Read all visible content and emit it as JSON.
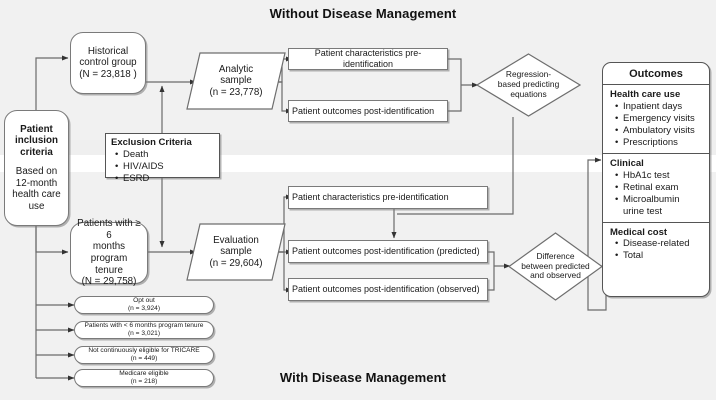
{
  "titles": {
    "top": "Without Disease Management",
    "bottom": "With Disease Management"
  },
  "nodes": {
    "inclusion": {
      "title": "Patient\ninclusion\ncriteria",
      "line1": "Patient",
      "line2": "inclusion",
      "line3": "criteria",
      "sub1": "Based on",
      "sub2": "12-month",
      "sub3": "health care use"
    },
    "historical": {
      "line1": "Historical",
      "line2": "control group",
      "line3": "(N = 23,818 )"
    },
    "tenure": {
      "line1": "Patients with ≥ 6",
      "line2": "months program",
      "line3": "tenure",
      "line4": "(N = 29,758)"
    },
    "analytic": {
      "line1": "Analytic",
      "line2": "sample",
      "line3": "(n = 23,778)"
    },
    "evaluation": {
      "line1": "Evaluation",
      "line2": "sample",
      "line3": "(n = 29,604)"
    },
    "char_pre_top": "Patient characteristics pre-identification",
    "out_post_top": "Patient outcomes post-identification",
    "char_pre_bottom": "Patient characteristics pre-identification",
    "out_predicted": "Patient outcomes post-identification (predicted)",
    "out_observed": "Patient outcomes post-identification (observed)",
    "regression": {
      "line1": "Regression-",
      "line2": "based predicting",
      "line3": "equations"
    },
    "difference": {
      "line1": "Difference",
      "line2": "between predicted",
      "line3": "and observed"
    }
  },
  "exclusion": {
    "header": "Exclusion Criteria",
    "items": [
      "Death",
      "HIV/AIDS",
      "ESRD"
    ]
  },
  "excluded_groups": [
    {
      "label": "Opt out",
      "count": "(n = 3,924)"
    },
    {
      "label": "Patients with < 6 months program tenure",
      "count": "(n = 3,021)"
    },
    {
      "label": "Not continuously eligible for TRICARE",
      "count": "(n = 449)"
    },
    {
      "label": "Medicare eligible",
      "count": "(n = 218)"
    }
  ],
  "outcomes": {
    "header": "Outcomes",
    "sections": [
      {
        "name": "Health care use",
        "items": [
          "Inpatient days",
          "Emergency visits",
          "Ambulatory visits",
          "Prescriptions"
        ]
      },
      {
        "name": "Clinical",
        "items": [
          "HbA1c test",
          "Retinal exam",
          "Microalbumin",
          "urine test"
        ]
      },
      {
        "name": "Medical cost",
        "items": [
          "Disease-related",
          "Total"
        ]
      }
    ]
  },
  "colors": {
    "background": "#f1f1f1",
    "band_white": "#ffffff",
    "node_fill": "#ffffff",
    "stroke": "#6e6e6e",
    "text": "#1a1a1a"
  }
}
